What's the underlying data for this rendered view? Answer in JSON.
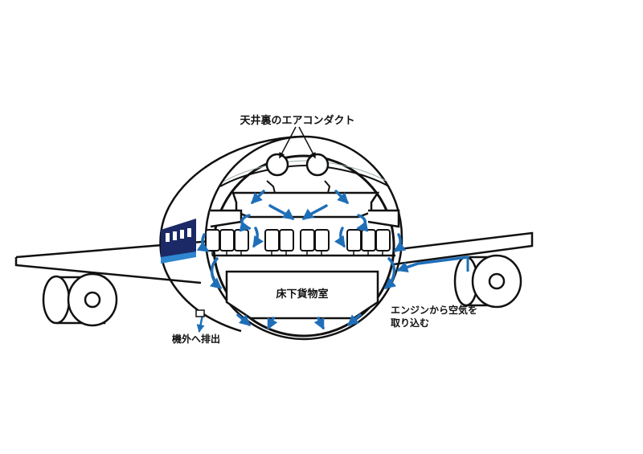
{
  "labels": {
    "duct": "天井裏のエアコンダクト",
    "cargo": "床下貨物室",
    "intake_line1": "エンジンから空気を",
    "intake_line2": "取り込む",
    "exhaust": "機外へ排出"
  },
  "colors": {
    "line": "#111111",
    "airflow": "#1f6fb8",
    "airflow_light": "#7fb2e0",
    "window_band": "#1b2a66",
    "window_accent": "#2e86cf"
  }
}
